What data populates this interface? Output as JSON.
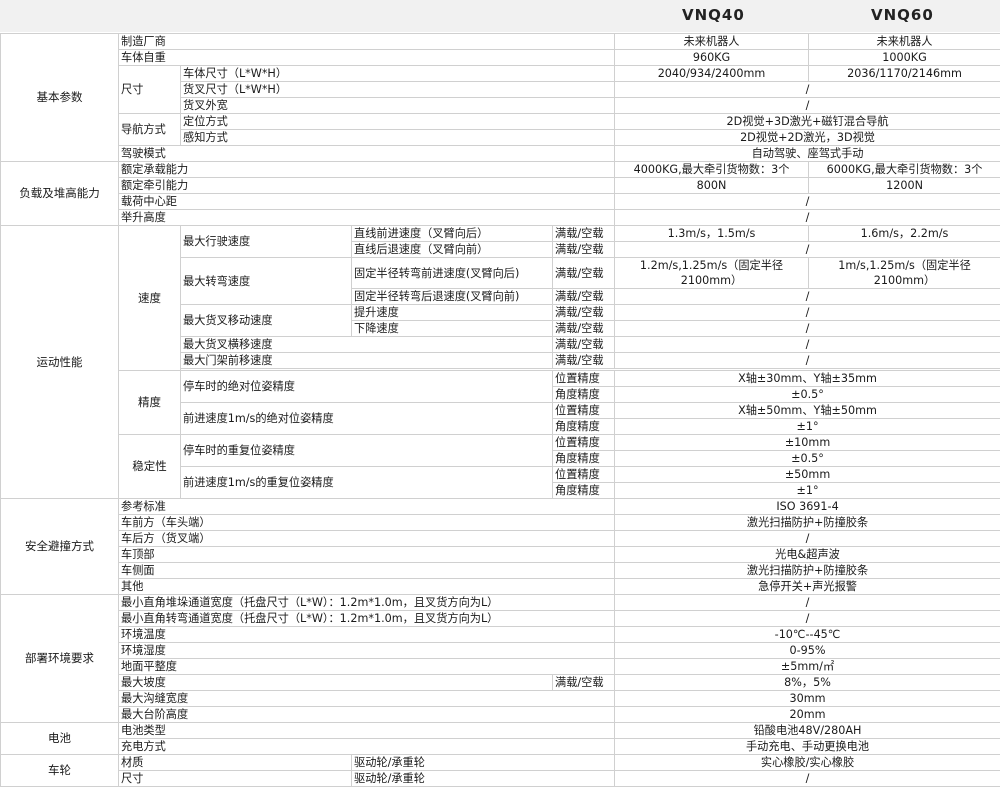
{
  "header": {
    "col1": "VNQ40",
    "col2": "VNQ60"
  },
  "groups": {
    "basic": "基本参数",
    "load": "负载及堆高能力",
    "motion": "运动性能",
    "safety": "安全避撞方式",
    "deploy": "部署环境要求",
    "battery": "电池",
    "wheel": "车轮"
  },
  "subgroups": {
    "size": "尺寸",
    "nav": "导航方式",
    "speed": "速度",
    "precision": "精度",
    "stability": "稳定性"
  },
  "rows": {
    "maker": {
      "label": "制造厂商",
      "v1": "未来机器人",
      "v2": "未来机器人"
    },
    "weight": {
      "label": "车体自重",
      "v1": "960KG",
      "v2": "1000KG"
    },
    "body_size": {
      "label": "车体尺寸（L*W*H）",
      "v1": "2040/934/2400mm",
      "v2": "2036/1170/2146mm"
    },
    "fork_size": {
      "label": "货叉尺寸（L*W*H）",
      "v": "/"
    },
    "fork_width": {
      "label": "货叉外宽",
      "v": "/"
    },
    "positioning": {
      "label": "定位方式",
      "v": "2D视觉+3D激光+磁钉混合导航"
    },
    "perception": {
      "label": "感知方式",
      "v": "2D视觉+2D激光，3D视觉"
    },
    "drive_mode": {
      "label": "驾驶模式",
      "v": "自动驾驶、座驾式手动"
    },
    "rated_load": {
      "label": "额定承载能力",
      "v1": "4000KG,最大牵引货物数：3个",
      "v2": "6000KG,最大牵引货物数：3个"
    },
    "rated_traction": {
      "label": "额定牵引能力",
      "v1": "800N",
      "v2": "1200N"
    },
    "load_center": {
      "label": "载荷中心距",
      "v": "/"
    },
    "lift_height": {
      "label": "举升高度",
      "v": "/"
    },
    "max_travel": {
      "label": "最大行驶速度",
      "sub1": "直线前进速度（叉臂向后）",
      "sub2": "直线后退速度（叉臂向前）",
      "cond": "满载/空载",
      "v1": "1.3m/s，1.5m/s",
      "v2": "1.6m/s，2.2m/s",
      "vb": "/"
    },
    "max_turn": {
      "label": "最大转弯速度",
      "sub1": "固定半径转弯前进速度(叉臂向后)",
      "sub2": "固定半径转弯后退速度(叉臂向前)",
      "cond": "满载/空载",
      "v1": "1.2m/s,1.25m/s（固定半径2100mm）",
      "v2": "1m/s,1.25m/s（固定半径2100mm）",
      "vb": "/"
    },
    "max_fork_move": {
      "label": "最大货叉移动速度",
      "sub1": "提升速度",
      "sub2": "下降速度",
      "cond": "满载/空载",
      "v": "/"
    },
    "max_fork_lateral": {
      "label": "最大货叉横移速度",
      "cond": "满载/空载",
      "v": "/"
    },
    "max_mast": {
      "label": "最大门架前移速度",
      "cond": "满载/空载",
      "v": "/"
    },
    "stop_abs": {
      "label": "停车时的绝对位姿精度",
      "p1": "位置精度",
      "p2": "角度精度",
      "v1": "X轴±30mm、Y轴±35mm",
      "v2": "±0.5°"
    },
    "fwd_abs": {
      "label": "前进速度1m/s的绝对位姿精度",
      "p1": "位置精度",
      "p2": "角度精度",
      "v1": "X轴±50mm、Y轴±50mm",
      "v2": "±1°"
    },
    "stop_rep": {
      "label": "停车时的重复位姿精度",
      "p1": "位置精度",
      "p2": "角度精度",
      "v1": "±10mm",
      "v2": "±0.5°"
    },
    "fwd_rep": {
      "label": "前进速度1m/s的重复位姿精度",
      "p1": "位置精度",
      "p2": "角度精度",
      "v1": "±50mm",
      "v2": "±1°"
    },
    "standard": {
      "label": "参考标准",
      "v": "ISO 3691-4"
    },
    "front": {
      "label": "车前方（车头端）",
      "v": "激光扫描防护+防撞胶条"
    },
    "rear": {
      "label": "车后方（货叉端）",
      "v": "/"
    },
    "top": {
      "label": "车顶部",
      "v": "光电&超声波"
    },
    "side": {
      "label": "车侧面",
      "v": "激光扫描防护+防撞胶条"
    },
    "other": {
      "label": "其他",
      "v": "急停开关+声光报警"
    },
    "aisle_stack": {
      "label": "最小直角堆垛通道宽度（托盘尺寸（L*W）：1.2m*1.0m，且叉货方向为L）",
      "v": "/"
    },
    "aisle_turn": {
      "label": "最小直角转弯通道宽度（托盘尺寸（L*W）：1.2m*1.0m，且叉货方向为L）",
      "v": "/"
    },
    "temp": {
      "label": "环境温度",
      "v": "-10℃--45℃"
    },
    "humidity": {
      "label": "环境湿度",
      "v": "0-95%"
    },
    "flatness": {
      "label": "地面平整度",
      "v": "±5mm/㎡"
    },
    "slope": {
      "label": "最大坡度",
      "cond": "满载/空载",
      "v": "8%，5%"
    },
    "gap": {
      "label": "最大沟缝宽度",
      "v": "30mm"
    },
    "step": {
      "label": "最大台阶高度",
      "v": "20mm"
    },
    "battery_type": {
      "label": "电池类型",
      "v": "铅酸电池48V/280AH"
    },
    "charging": {
      "label": "充电方式",
      "v": "手动充电、手动更换电池"
    },
    "wheel_material": {
      "label": "材质",
      "sub": "驱动轮/承重轮",
      "v": "实心橡胶/实心橡胶"
    },
    "wheel_size": {
      "label": "尺寸",
      "sub": "驱动轮/承重轮",
      "v": "/"
    }
  }
}
